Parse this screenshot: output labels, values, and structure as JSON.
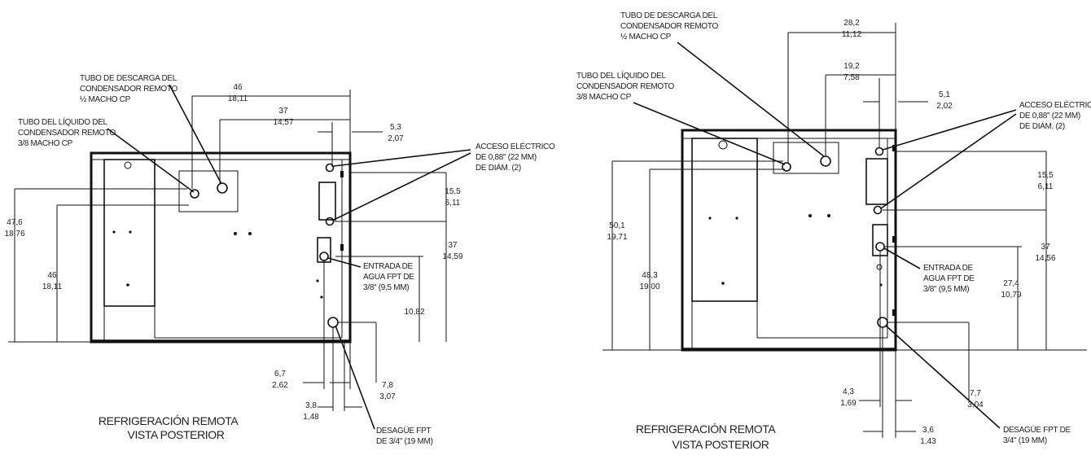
{
  "left": {
    "callout_discharge": [
      "TUBO DE DESCARGA DEL",
      "CONDENSADOR REMOTO",
      "½ MACHO CP"
    ],
    "callout_liquid": [
      "TUBO DEL LÍQUIDO DEL",
      "CONDENSADOR REMOTO",
      "3/8 MACHO CP"
    ],
    "callout_electric": [
      "ACCESO ELÉCTRICO",
      "DE 0,88\" (22 MM)",
      "DE DIÁM. (2)"
    ],
    "callout_water": [
      "ENTRADA DE",
      "AGUA FPT DE",
      "3/8\" (9,5 MM)"
    ],
    "callout_drain": [
      "DESAGÜE FPT",
      "DE 3/4\" (19 MM)"
    ],
    "dims": {
      "d46": [
        "46",
        "18,11"
      ],
      "d37": [
        "37",
        "14,57"
      ],
      "d53": [
        "5,3",
        "2,07"
      ],
      "d155": [
        "15,5",
        "6,11"
      ],
      "d37r": [
        "37",
        "14,59"
      ],
      "d1082": [
        "10,82"
      ],
      "d476": [
        "47,6",
        "18,76"
      ],
      "d46v": [
        "46",
        "18,11"
      ],
      "d67": [
        "6,7",
        "2,62"
      ],
      "d38": [
        "3,8",
        "1,48"
      ],
      "d78": [
        "7,8",
        "3,07"
      ]
    },
    "caption": [
      "REFRIGERACIÓN REMOTA",
      "VISTA POSTERIOR"
    ]
  },
  "right": {
    "callout_discharge": [
      "TUBO DE DESCARGA DEL",
      "CONDENSADOR REMOTO",
      "½ MACHO CP"
    ],
    "callout_liquid": [
      "TUBO DEL LÍQUIDO DEL",
      "CONDENSADOR REMOTO",
      "3/8 MACHO CP"
    ],
    "callout_electric": [
      "ACCESO ELÉCTRICO",
      "DE 0,88\" (22 MM)",
      "DE DIÁM. (2)"
    ],
    "callout_water": [
      "ENTRADA DE",
      "AGUA FPT DE",
      "3/8\" (9,5 MM)"
    ],
    "callout_drain": [
      "DESAGÜE FPT DE",
      "3/4\" (19 MM)"
    ],
    "dims": {
      "d282": [
        "28,2",
        "11,12"
      ],
      "d192": [
        "19,2",
        "7,58"
      ],
      "d51": [
        "5,1",
        "2,02"
      ],
      "d155": [
        "15,5",
        "6,11"
      ],
      "d37": [
        "37",
        "14,56"
      ],
      "d274": [
        "27,4",
        "10,79"
      ],
      "d501": [
        "50,1",
        "19,71"
      ],
      "d483": [
        "48,3",
        "19,00"
      ],
      "d43": [
        "4,3",
        "1,69"
      ],
      "d36": [
        "3,6",
        "1,43"
      ],
      "d77": [
        "7,7",
        "3,04"
      ]
    },
    "caption": [
      "REFRIGERACIÓN REMOTA",
      "VISTA POSTERIOR"
    ]
  }
}
